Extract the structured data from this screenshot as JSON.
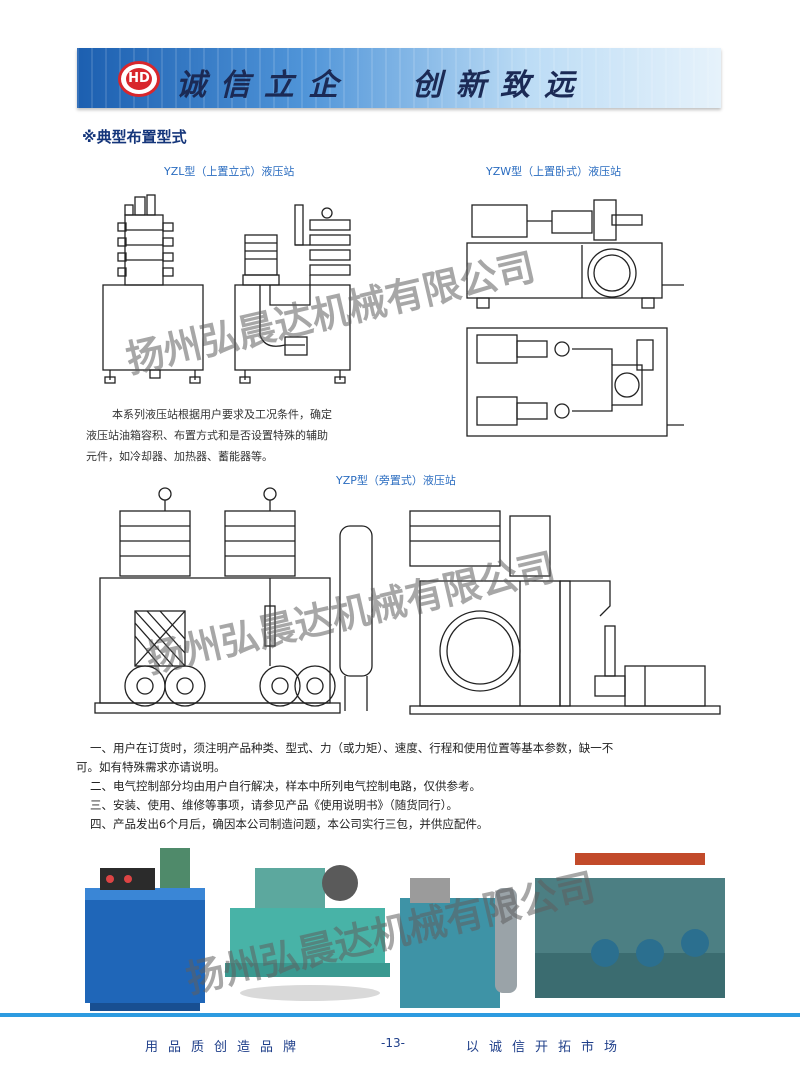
{
  "header": {
    "logo_text": "HD",
    "slogan_left": "诚信立企",
    "slogan_right": "创新致远"
  },
  "section": {
    "title": "※典型布置型式"
  },
  "captions": {
    "yzl": "YZL型（上置立式）液压站",
    "yzw": "YZW型（上置卧式）液压站",
    "yzp": "YZP型（旁置式）液压站"
  },
  "intro": {
    "line1": "本系列液压站根据用户要求及工况条件，确定",
    "line2": "液压站油箱容积、布置方式和是否设置特殊的辅助",
    "line3": "元件，如冷却器、加热器、蓄能器等。"
  },
  "notes": {
    "n1a": "一、用户在订货时，须注明产品种类、型式、力（或力矩）、速度、行程和使用位置等基本参数，缺一不",
    "n1b": "可。如有特殊需求亦请说明。",
    "n2": "二、电气控制部分均由用户自行解决，样本中所列电气控制电路，仅供参考。",
    "n3": "三、安装、使用、维修等事项，请参见产品《使用说明书》（随货同行）。",
    "n4": "四、产品发出6个月后，确因本公司制造问题，本公司实行三包，并供应配件。"
  },
  "watermark": "扬州弘晨达机械有限公司",
  "footer": {
    "left": "用品质创造品牌",
    "page": "-13-",
    "right": "以诚信开拓市场"
  },
  "colors": {
    "brand_blue": "#2d9be0",
    "caption_blue": "#2a6cc0",
    "logo_red": "#d8262c"
  }
}
